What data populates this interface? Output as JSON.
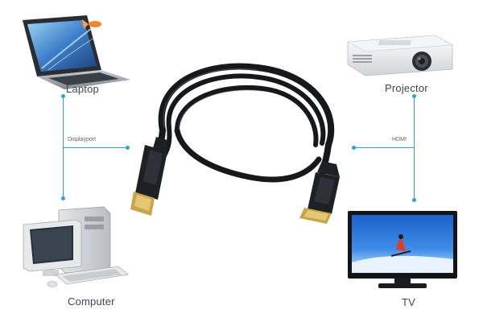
{
  "devices": {
    "laptop": "Laptop",
    "computer": "Computer",
    "projector": "Projector",
    "tv": "TV"
  },
  "connections": {
    "left": "Displayport",
    "right": "HDMI"
  },
  "colors": {
    "accent": "#2fa3cf",
    "cable": "#16181b",
    "plug_gold": "#c8a54a"
  }
}
